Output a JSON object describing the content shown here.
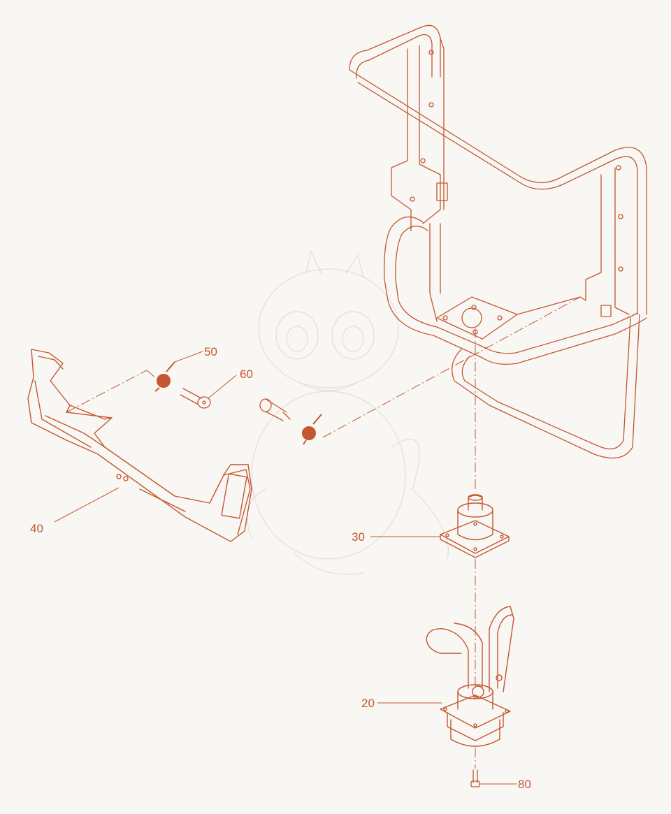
{
  "colors": {
    "background": "#f8f7f4",
    "line": "#c4572f",
    "watermark": "#d9d6cf"
  },
  "callouts": [
    {
      "id": "c20",
      "label": "20",
      "part": "base-assembly"
    },
    {
      "id": "c30",
      "label": "30",
      "part": "mount-block"
    },
    {
      "id": "c40",
      "label": "40",
      "part": "arm-bracket"
    },
    {
      "id": "c50",
      "label": "50",
      "part": "spring"
    },
    {
      "id": "c60",
      "label": "60",
      "part": "pin"
    },
    {
      "id": "c80",
      "label": "80",
      "part": "bolt"
    }
  ]
}
